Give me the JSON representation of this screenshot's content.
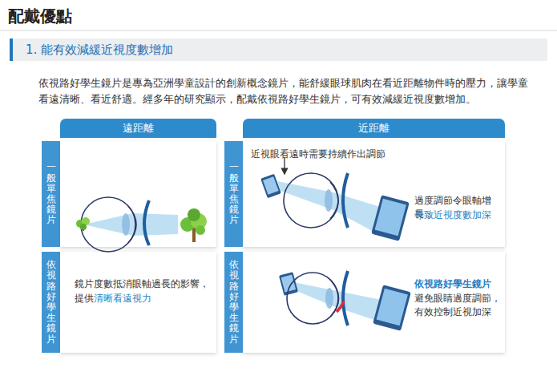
{
  "diagram": {
    "title": "配戴優點",
    "nodes": [
      {
        "text": [
          "1. 能有效減緩近視度數增加"
        ]
      },
      {
        "text": [
          "遠距離"
        ]
      },
      {
        "text": [
          "一般單焦鏡片"
        ],
        "in": 1
      },
      {
        "text": [
          "依視路好學生鏡片"
        ],
        "in": 1
      },
      {
        "text": [
          "鏡片度數抵消眼軸過長的影響，提供",
          "清晰看遠視力"
        ],
        "in": 1
      },
      {
        "text": [
          "近距離"
        ]
      },
      {
        "text": [
          "一般單焦鏡片"
        ],
        "in": 5
      },
      {
        "text": [
          "近視眼看遠時需要持續作出調節",
          "過度調節令眼軸增長，",
          "導致近視度數加深"
        ],
        "in": 5
      },
      {
        "text": [
          "依視路好學生鏡片"
        ],
        "in": 5
      },
      {
        "text": [
          "依視路好學生鏡片",
          "避免眼睛過度調節，有效控制近視加深"
        ],
        "in": 5
      }
    ],
    "labels": [
      "依視路好學生鏡片是專為亞洲學童設計的創新概念鏡片，能舒緩眼球肌肉在看近距離物件時的壓力，讓學童看遠清晰、看近舒適。經多年的研究顯示，配戴依視路好學生鏡片，可有效減緩近視度數增加。"
    ]
  }
}
